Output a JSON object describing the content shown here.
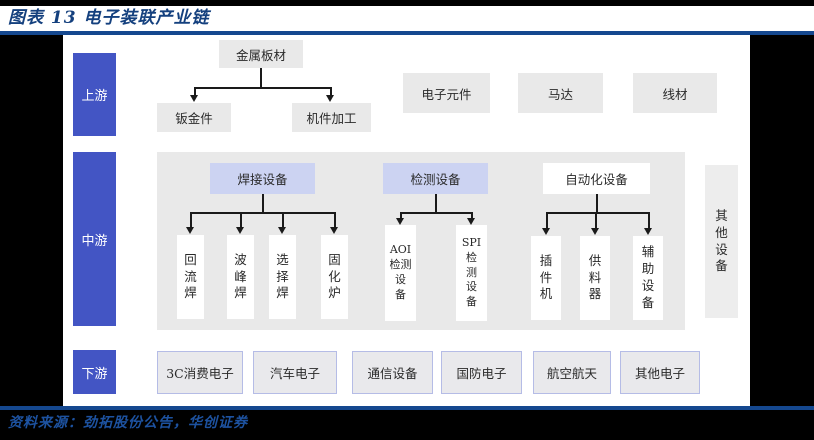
{
  "title": "图表 13  电子装联产业链",
  "source": "资料来源：劲拓股份公告，华创证券",
  "stages": {
    "upstream": "上游",
    "midstream": "中游",
    "downstream": "下游"
  },
  "upstream": {
    "parent": "金属板材",
    "children": [
      "钣金件",
      "机件加工"
    ],
    "standalone": [
      "电子元件",
      "马达",
      "线材"
    ]
  },
  "midstream": {
    "groups": [
      {
        "header": "焊接设备",
        "items": [
          "回\n流\n焊",
          "波\n峰\n焊",
          "选\n择\n焊",
          "固\n化\n炉"
        ]
      },
      {
        "header": "检测设备",
        "items": [
          "AOI\n检测\n设\n备",
          "SPI\n检\n测\n设\n备"
        ]
      },
      {
        "header": "自动化设备",
        "items": [
          "插\n件\n机",
          "供\n料\n器",
          "辅\n助\n设\n备"
        ]
      }
    ],
    "other": "其\n他\n设\n备"
  },
  "downstream": [
    "3C消费电子",
    "汽车电子",
    "通信设备",
    "国防电子",
    "航空航天",
    "其他电子"
  ],
  "colors": {
    "frame_black": "#000000",
    "rule_blue": "#15488f",
    "title_navy": "#14407e",
    "stage_blue": "#4355c4",
    "header_periwinkle": "#ccd3f2",
    "panel_gray": "#e9e9e9",
    "downstream_border": "#b5bce6",
    "source_blue": "#1d52a0"
  }
}
